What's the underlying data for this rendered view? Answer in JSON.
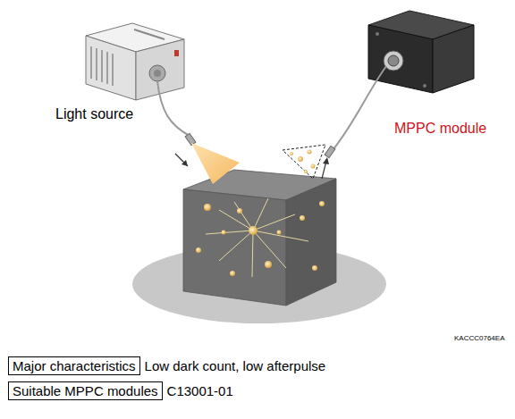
{
  "diagram": {
    "nodes": [
      {
        "text": [
          "Major characteristics"
        ]
      },
      {
        "text": [
          "Suitable MPPC modules"
        ]
      }
    ],
    "labels": [
      "Light source",
      "MPPC module",
      "KACCC0764EA",
      "Low dark count, low afterpulse",
      "C13001-01"
    ]
  }
}
